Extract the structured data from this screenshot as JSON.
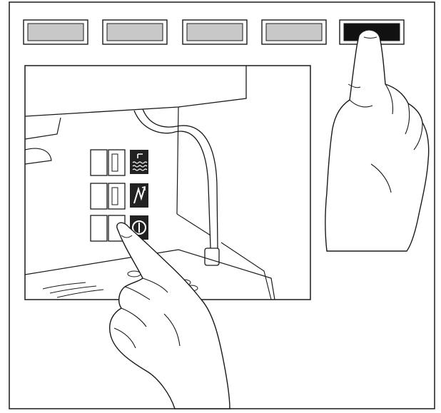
{
  "colors": {
    "line": "#1a1a1a",
    "panel_button_fill": "#c8c8c8",
    "active_button_fill": "#111111",
    "symbol_fill": "#222222",
    "background": "#ffffff"
  },
  "panel": {
    "buttons": [
      {
        "state": "inactive"
      },
      {
        "state": "inactive"
      },
      {
        "state": "inactive"
      },
      {
        "state": "inactive"
      },
      {
        "state": "active"
      }
    ]
  },
  "machine": {
    "control_buttons": [
      {
        "icon": "water-wave-icon"
      },
      {
        "icon": "lightning-icon"
      },
      {
        "icon": "power-icon"
      }
    ]
  }
}
